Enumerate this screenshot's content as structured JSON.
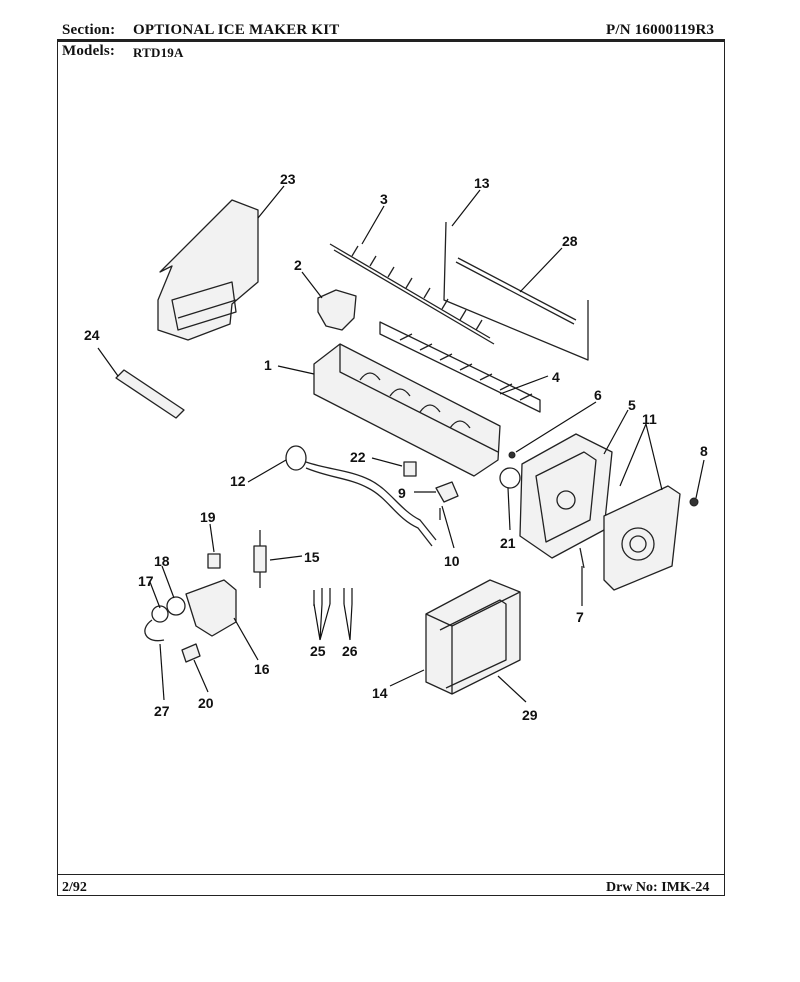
{
  "header": {
    "section_label": "Section:",
    "section_value": "OPTIONAL ICE MAKER KIT",
    "part_number": "P/N 16000119R3",
    "models_label": "Models:",
    "models_value": "RTD19A"
  },
  "footer": {
    "date": "2/92",
    "drawing_number": "Drw No: IMK-24"
  },
  "callouts": [
    {
      "id": "c1",
      "label": "1"
    },
    {
      "id": "c2",
      "label": "2"
    },
    {
      "id": "c3",
      "label": "3"
    },
    {
      "id": "c4",
      "label": "4"
    },
    {
      "id": "c5",
      "label": "5"
    },
    {
      "id": "c6",
      "label": "6"
    },
    {
      "id": "c7",
      "label": "7"
    },
    {
      "id": "c8",
      "label": "8"
    },
    {
      "id": "c9",
      "label": "9"
    },
    {
      "id": "c10",
      "label": "10"
    },
    {
      "id": "c11",
      "label": "11"
    },
    {
      "id": "c12",
      "label": "12"
    },
    {
      "id": "c13",
      "label": "13"
    },
    {
      "id": "c14",
      "label": "14"
    },
    {
      "id": "c15",
      "label": "15"
    },
    {
      "id": "c16",
      "label": "16"
    },
    {
      "id": "c17",
      "label": "17"
    },
    {
      "id": "c18",
      "label": "18"
    },
    {
      "id": "c19",
      "label": "19"
    },
    {
      "id": "c20",
      "label": "20"
    },
    {
      "id": "c21",
      "label": "21"
    },
    {
      "id": "c22",
      "label": "22"
    },
    {
      "id": "c23",
      "label": "23"
    },
    {
      "id": "c24",
      "label": "24"
    },
    {
      "id": "c25",
      "label": "25"
    },
    {
      "id": "c26",
      "label": "26"
    },
    {
      "id": "c27",
      "label": "27"
    },
    {
      "id": "c28",
      "label": "28"
    },
    {
      "id": "c29",
      "label": "29"
    }
  ]
}
